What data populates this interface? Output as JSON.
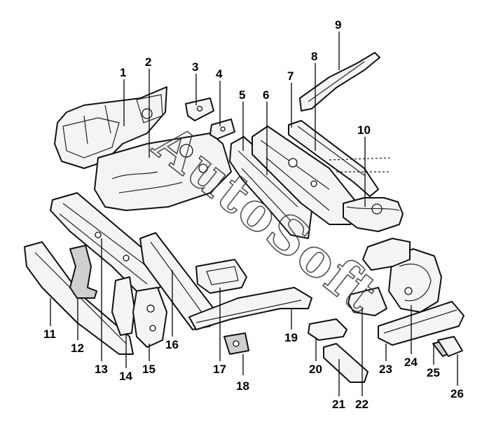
{
  "diagram": {
    "callouts": [
      "1",
      "2",
      "3",
      "4",
      "5",
      "6",
      "7",
      "8",
      "9",
      "10",
      "11",
      "12",
      "13",
      "14",
      "15",
      "16",
      "17",
      "18",
      "19",
      "20",
      "21",
      "22",
      "23",
      "24",
      "25",
      "26"
    ],
    "watermark": "AutoSoft"
  }
}
